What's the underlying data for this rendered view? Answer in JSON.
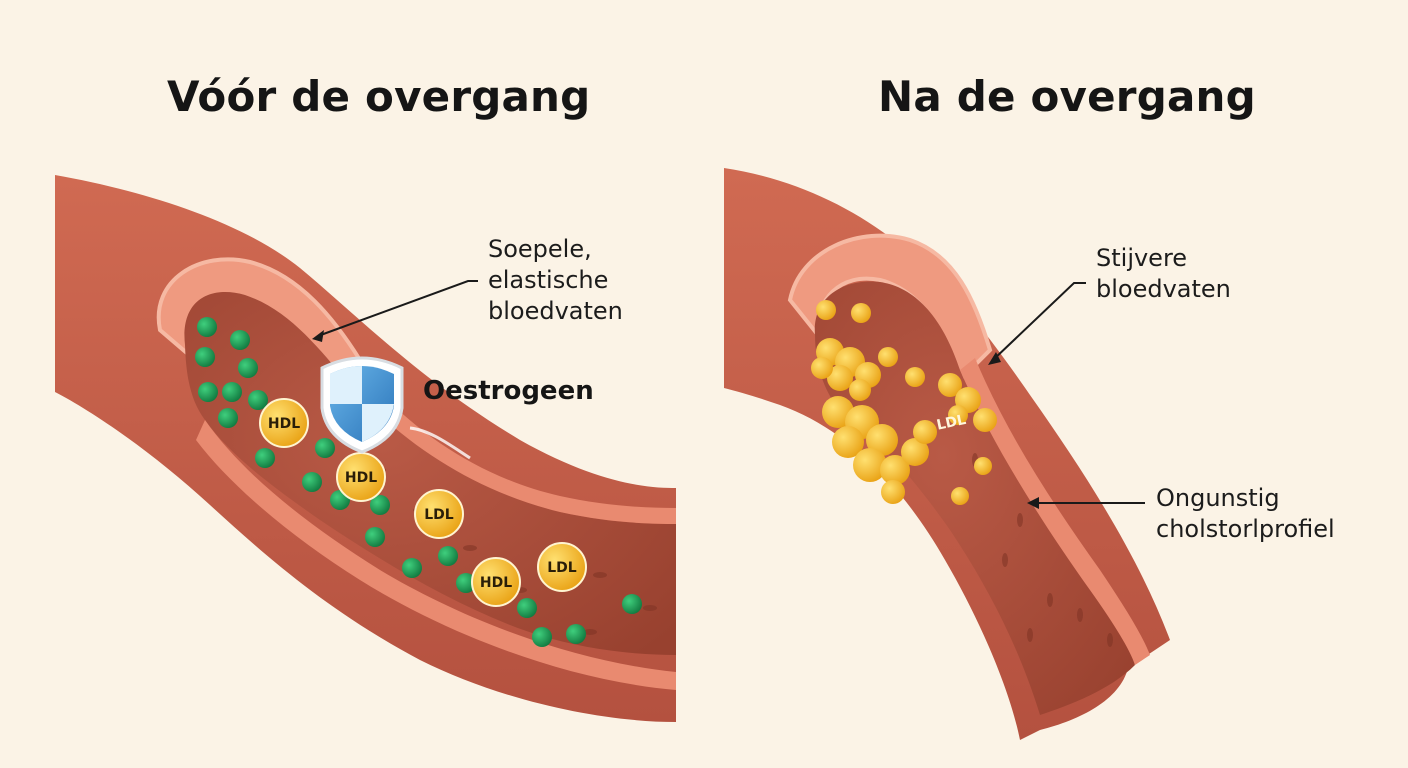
{
  "titles": {
    "before": "Vóór de overgang",
    "after": "Na de overgang"
  },
  "labels": {
    "supple": [
      "Soepele,",
      "elastische",
      "bloedvaten"
    ],
    "estrogen": "Oestrogeen",
    "stiff": [
      "Stijvere",
      "bloedvaten"
    ],
    "cholesterol": [
      "Ongunstig",
      "cholstorlprofiel"
    ]
  },
  "particles": {
    "hdl": "HDL",
    "ldl": "LDL"
  },
  "icons": {
    "shield": "shield-icon"
  },
  "colors": {
    "background": "#fbf3e6",
    "vessel_wall": "#c9604a",
    "vessel_inner": "#b65442",
    "vessel_edge": "#f0a98e",
    "hdl_green": "#1f9a55",
    "lipoprotein_yellow": "#f5b82a",
    "shield_blue": "#3c8fd0"
  }
}
